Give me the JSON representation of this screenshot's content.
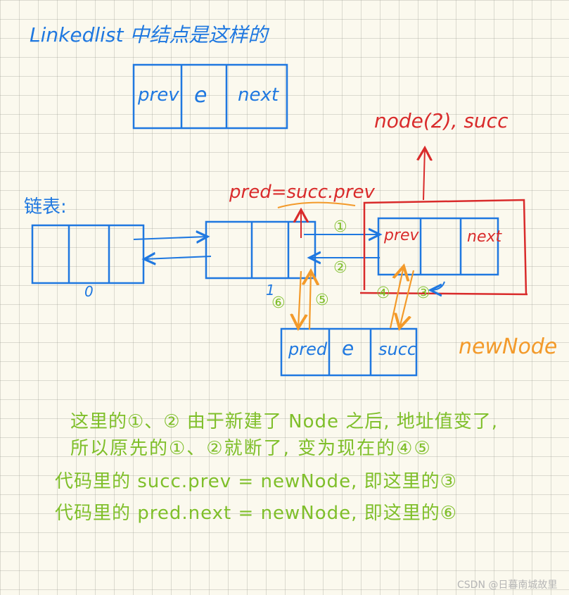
{
  "title": "Linkedlist 中结点是这样的",
  "node_fields": {
    "prev": "prev",
    "e": "e",
    "next": "next"
  },
  "list_label": "链表:",
  "node_labels": {
    "zero": "0",
    "one": "1"
  },
  "succ_label": "node(2), succ",
  "pred_expr": "pred=succ.prev",
  "succ_node": {
    "prev": "prev",
    "next": "next"
  },
  "new_node": {
    "pred": "pred",
    "e": "e",
    "succ": "succ",
    "label": "newNode"
  },
  "markers": {
    "m1": "①",
    "m2": "②",
    "m3": "③",
    "m4": "④",
    "m5": "⑤",
    "m6": "⑥"
  },
  "notes": {
    "line1": "这里的①、② 由于新建了 Node 之后, 地址值变了,",
    "line2": "所以原先的①、②就断了, 变为现在的④⑤",
    "line3": "代码里的 succ.prev = newNode, 即这里的③",
    "line4": "代码里的 pred.next = newNode, 即这里的⑥"
  },
  "watermark": "CSDN @日暮南城故里",
  "colors": {
    "blue": "#1f78e0",
    "red": "#d92b2b",
    "orange": "#f39a2a",
    "green": "#7fbf2a"
  }
}
